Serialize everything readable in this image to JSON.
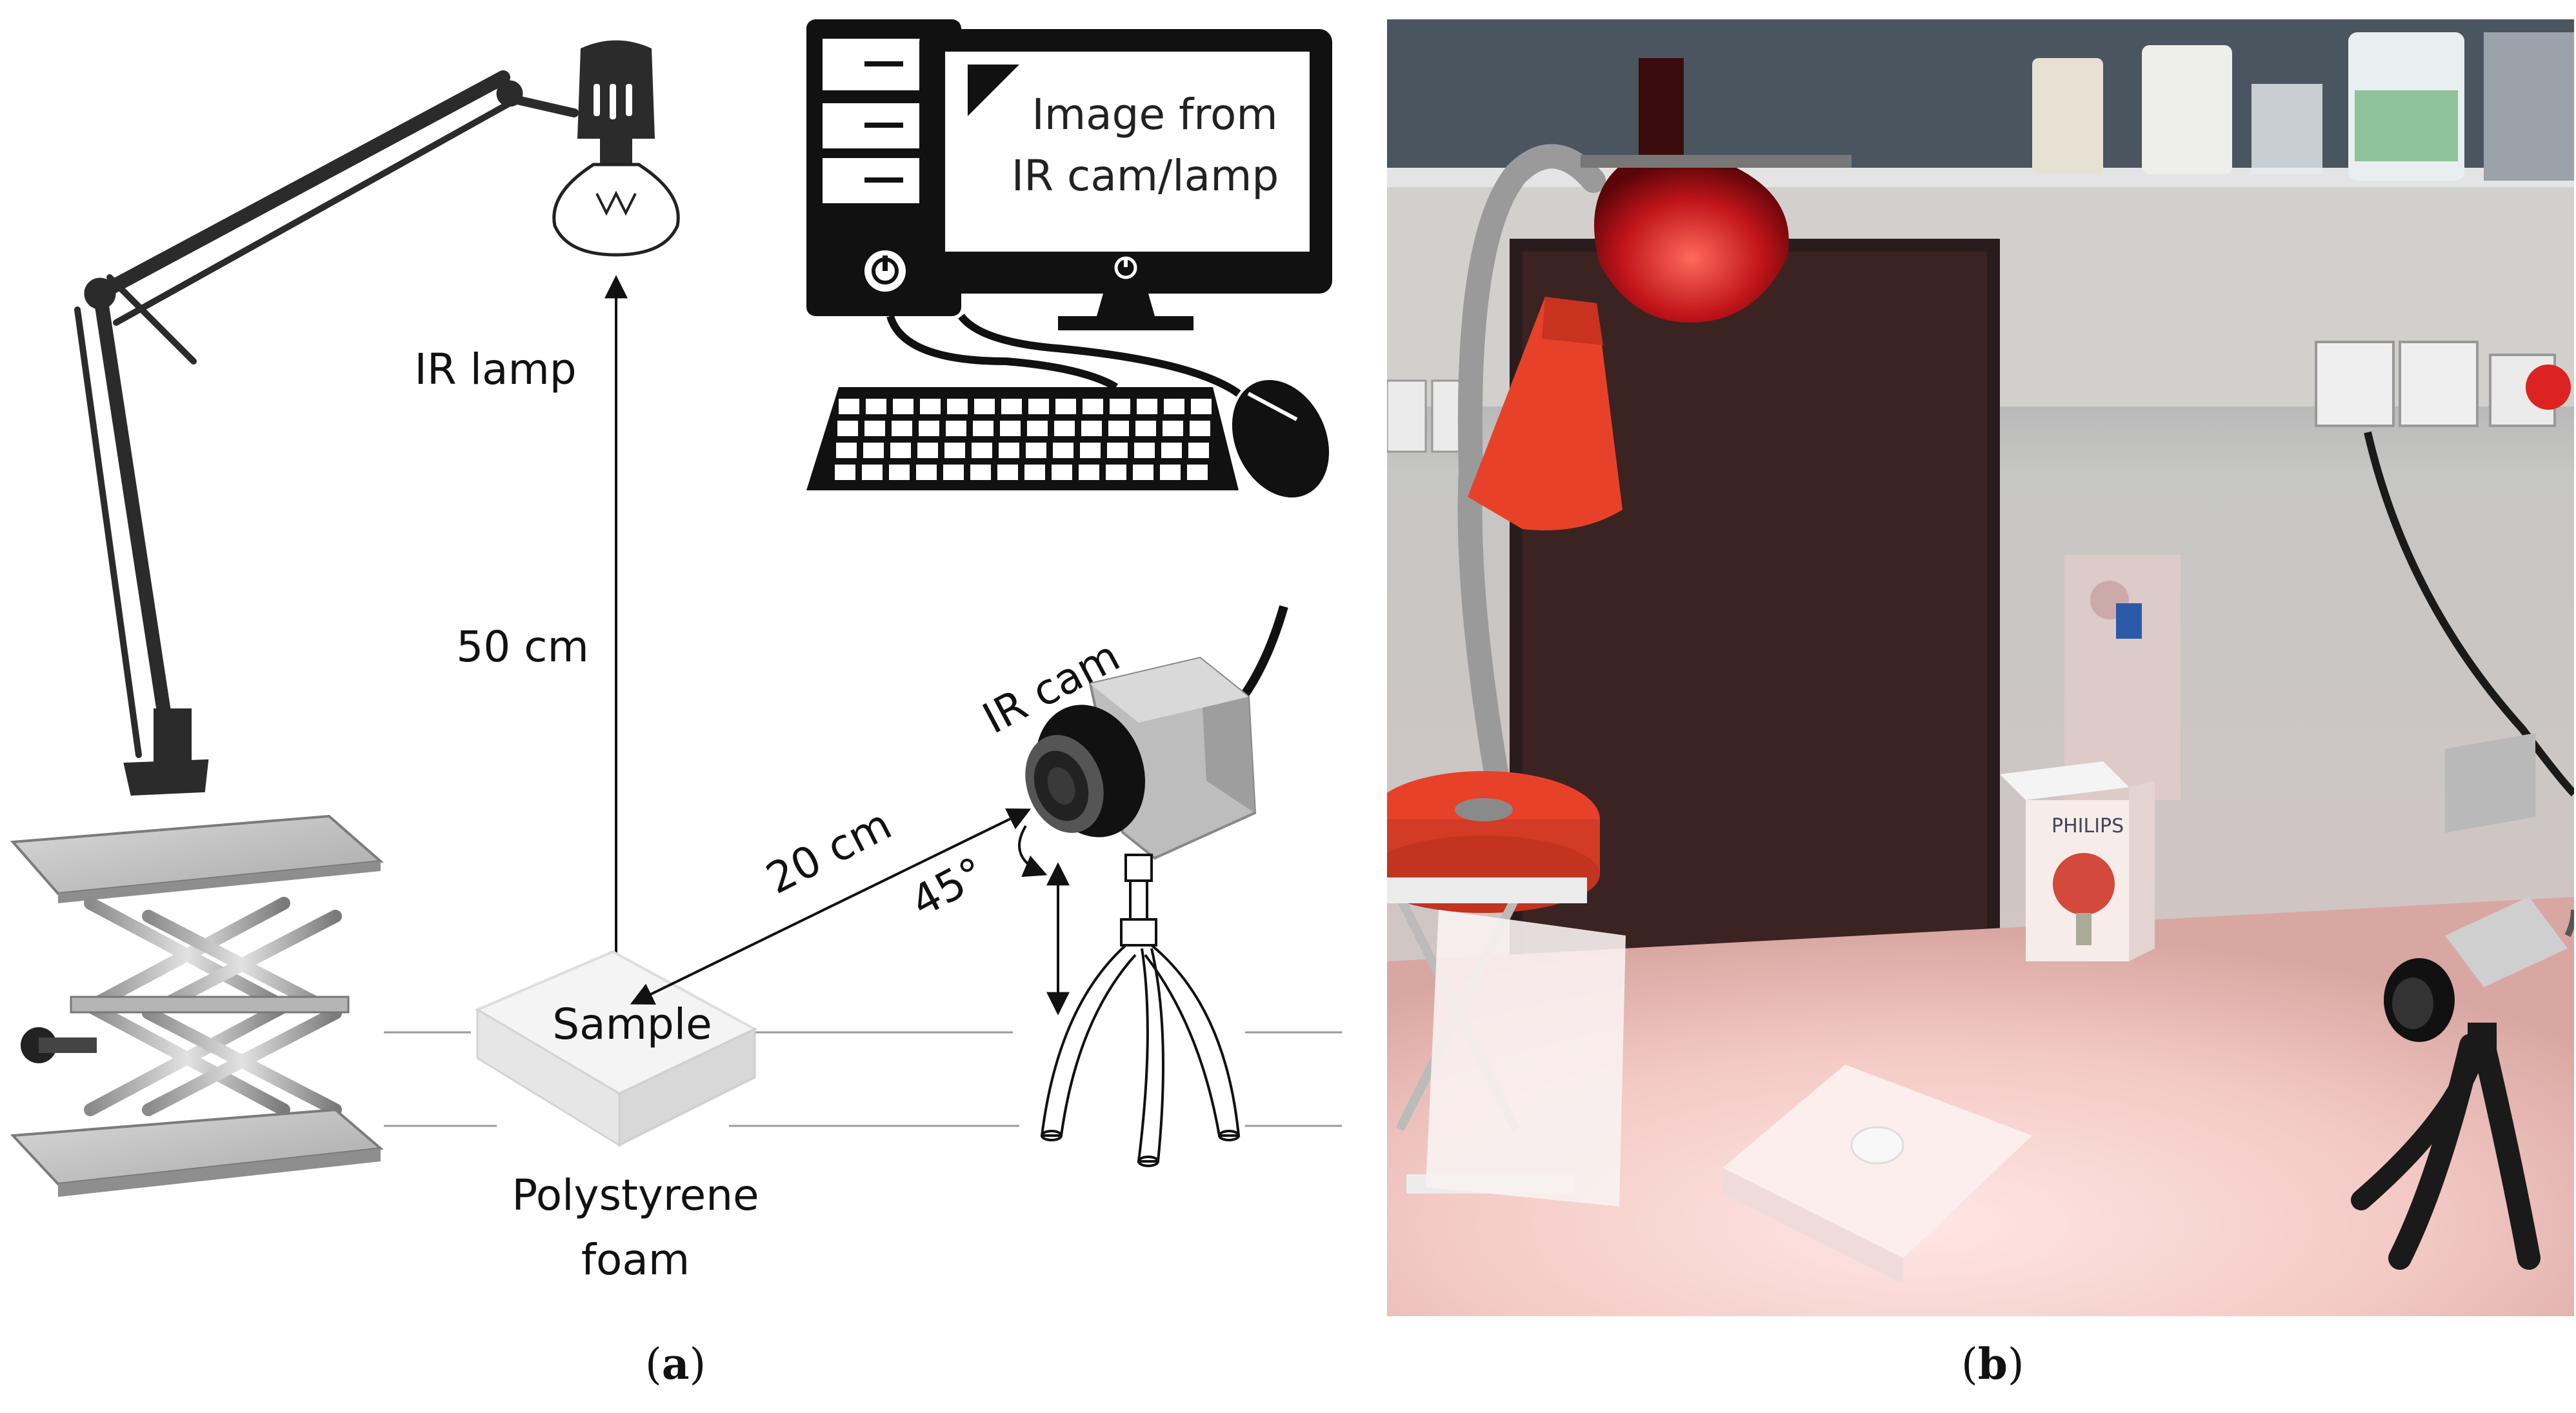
{
  "panel_a": {
    "labels": {
      "ir_lamp": "IR lamp",
      "distance_lamp": "50 cm",
      "distance_cam": "20 cm",
      "angle": "45°",
      "ir_cam": "IR cam",
      "sample": "Sample",
      "foam_line1": "Polystyrene",
      "foam_line2": "foam",
      "screen_line1": "Image from",
      "screen_line2": "IR cam/lamp"
    },
    "caption": {
      "open": "(",
      "letter": "a",
      "close": ")"
    }
  },
  "panel_b": {
    "bulb_box_text": "PHILIPS",
    "caption": {
      "open": "(",
      "letter": "b",
      "close": ")"
    }
  },
  "colors": {
    "lamp_red": "#e8412a",
    "lab_wall": "#c9c9c7",
    "bench": "#f2d6d2",
    "dark_board": "#2a1c1c"
  },
  "icons": [
    "desk-lamp-icon",
    "light-bulb-icon",
    "computer-icon",
    "keyboard-icon",
    "mouse-icon",
    "power-icon",
    "thermal-camera-icon",
    "tripod-icon",
    "lab-jack-icon"
  ]
}
